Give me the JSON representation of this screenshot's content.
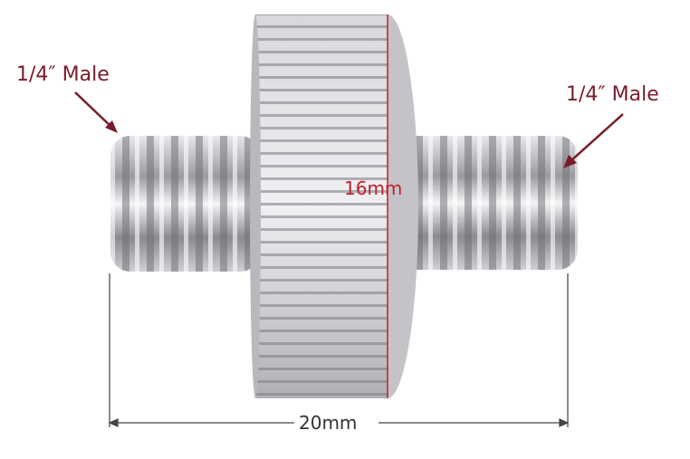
{
  "annotations": {
    "left_label": "1/4″  Male",
    "right_label": "1/4″  Male",
    "height_dimension": "16mm",
    "length_dimension": "20mm"
  },
  "colors": {
    "label": "#7a1c2a",
    "dimension_height": "#c0202a",
    "dimension_length": "#333333",
    "metal": "#c8c8cc"
  }
}
